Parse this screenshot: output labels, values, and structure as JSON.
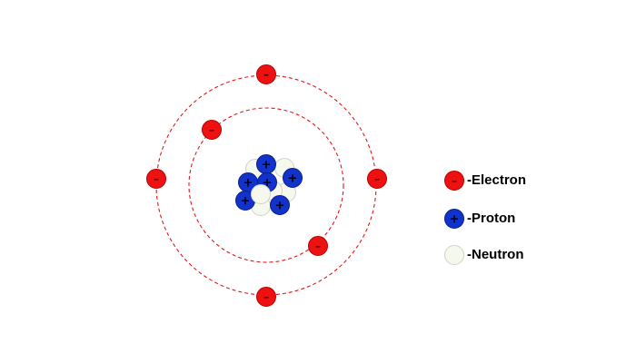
{
  "legend": {
    "electron": "-Electron",
    "proton": "-Proton",
    "neutron": "-Neutron"
  },
  "symbols": {
    "electron_sign": "–",
    "proton_sign": "+"
  },
  "colors": {
    "electron": "#ee1111",
    "electron_stroke": "#b80000",
    "proton": "#1133cc",
    "proton_stroke": "#0a1f8a",
    "neutron": "#f5f8ec",
    "neutron_stroke": "#cfd3c4",
    "orbit": "#e0191b"
  },
  "atom": {
    "protons": 6,
    "neutrons": 6,
    "inner_shell_electrons": 2,
    "outer_shell_electrons": 4
  }
}
